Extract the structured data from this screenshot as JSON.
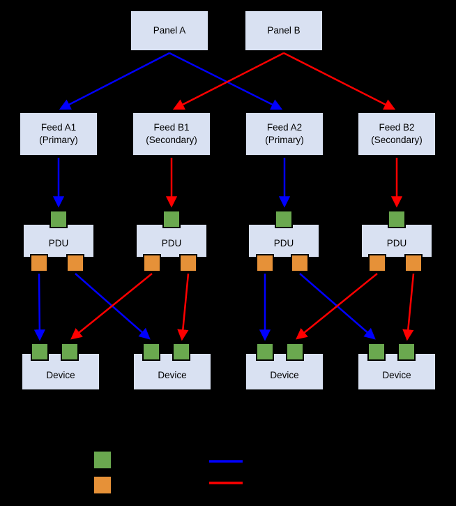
{
  "colors": {
    "background": "#000000",
    "node_fill": "#d9e1f2",
    "node_border": "#000000",
    "input_port": "#6aa84f",
    "output_port": "#e69138",
    "primary_path": "#0000ff",
    "secondary_path": "#ff0000"
  },
  "nodes": {
    "panels": [
      {
        "label": "Panel A"
      },
      {
        "label": "Panel B"
      }
    ],
    "feeds": [
      {
        "line1": "Feed A1",
        "line2": "(Primary)"
      },
      {
        "line1": "Feed B1",
        "line2": "(Secondary)"
      },
      {
        "line1": "Feed A2",
        "line2": "(Primary)"
      },
      {
        "line1": "Feed B2",
        "line2": "(Secondary)"
      }
    ],
    "pdus": [
      {
        "label": "PDU"
      },
      {
        "label": "PDU"
      },
      {
        "label": "PDU"
      },
      {
        "label": "PDU"
      }
    ],
    "devices": [
      {
        "label": "Device"
      },
      {
        "label": "Device"
      },
      {
        "label": "Device"
      },
      {
        "label": "Device"
      }
    ]
  }
}
